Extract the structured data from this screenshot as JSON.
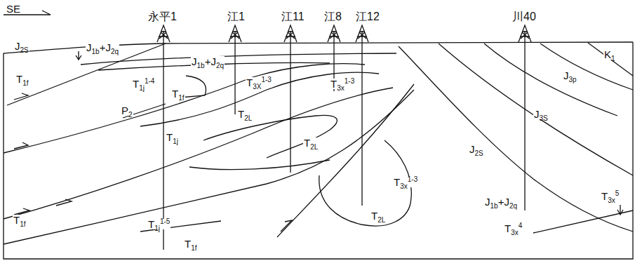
{
  "diagram": {
    "labels": [
      "SE",
      "永平1",
      "江1",
      "江11",
      "江8",
      "江12",
      "川40",
      "J2S",
      "J1b+J2q",
      "J1b+J2q",
      "T1f",
      "T1j1-4",
      "T1f",
      "T3X1-3",
      "T3x1-3",
      "P2",
      "T2L",
      "T2L",
      "T1j",
      "T3x1-3",
      "T2L",
      "J2S",
      "J3S",
      "J3p",
      "K1",
      "J1b+J2q",
      "T3x4",
      "T3x5",
      "T1f",
      "T1j1-5",
      "T1f"
    ]
  }
}
